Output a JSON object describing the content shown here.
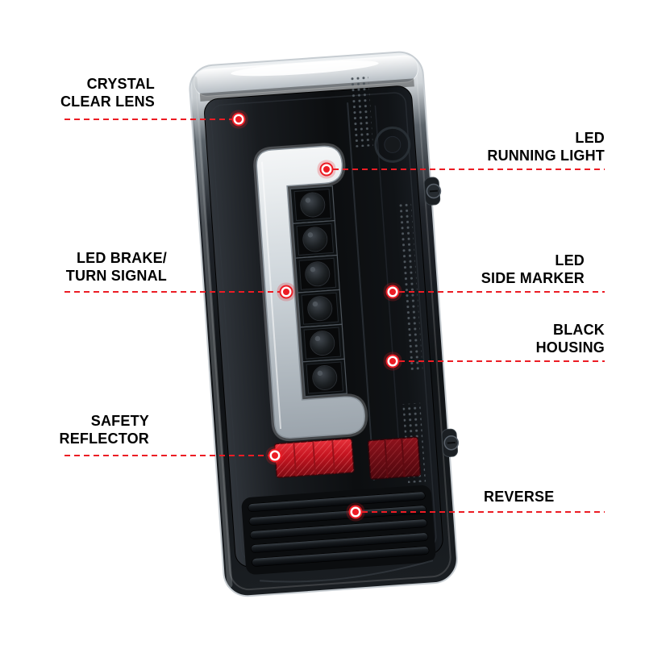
{
  "page": {
    "type": "annotated product feature diagram",
    "subject": "black housing crystal clear lens LED tail light assembly"
  },
  "colors": {
    "callout_red": "#ec1c24",
    "text_black": "#000000",
    "reflector_red": "#c41420",
    "housing_black": "#121518",
    "lightbar_gray": "#cfd6db",
    "background": "#ffffff"
  },
  "callouts": {
    "crystal_clear_lens": {
      "label": "CRYSTAL\nCLEAR LENS"
    },
    "led_running_light": {
      "label": "LED\nRUNNING LIGHT"
    },
    "led_brake_turn_signal": {
      "label": "LED BRAKE/\nTURN SIGNAL"
    },
    "led_side_marker": {
      "label": "LED\nSIDE MARKER"
    },
    "black_housing": {
      "label": "BLACK\nHOUSING"
    },
    "safety_reflector": {
      "label": "SAFETY\nREFLECTOR"
    },
    "reverse": {
      "label": "REVERSE"
    }
  },
  "lamp": {
    "led_module_count": 6,
    "reverse_rib_count": 5
  }
}
